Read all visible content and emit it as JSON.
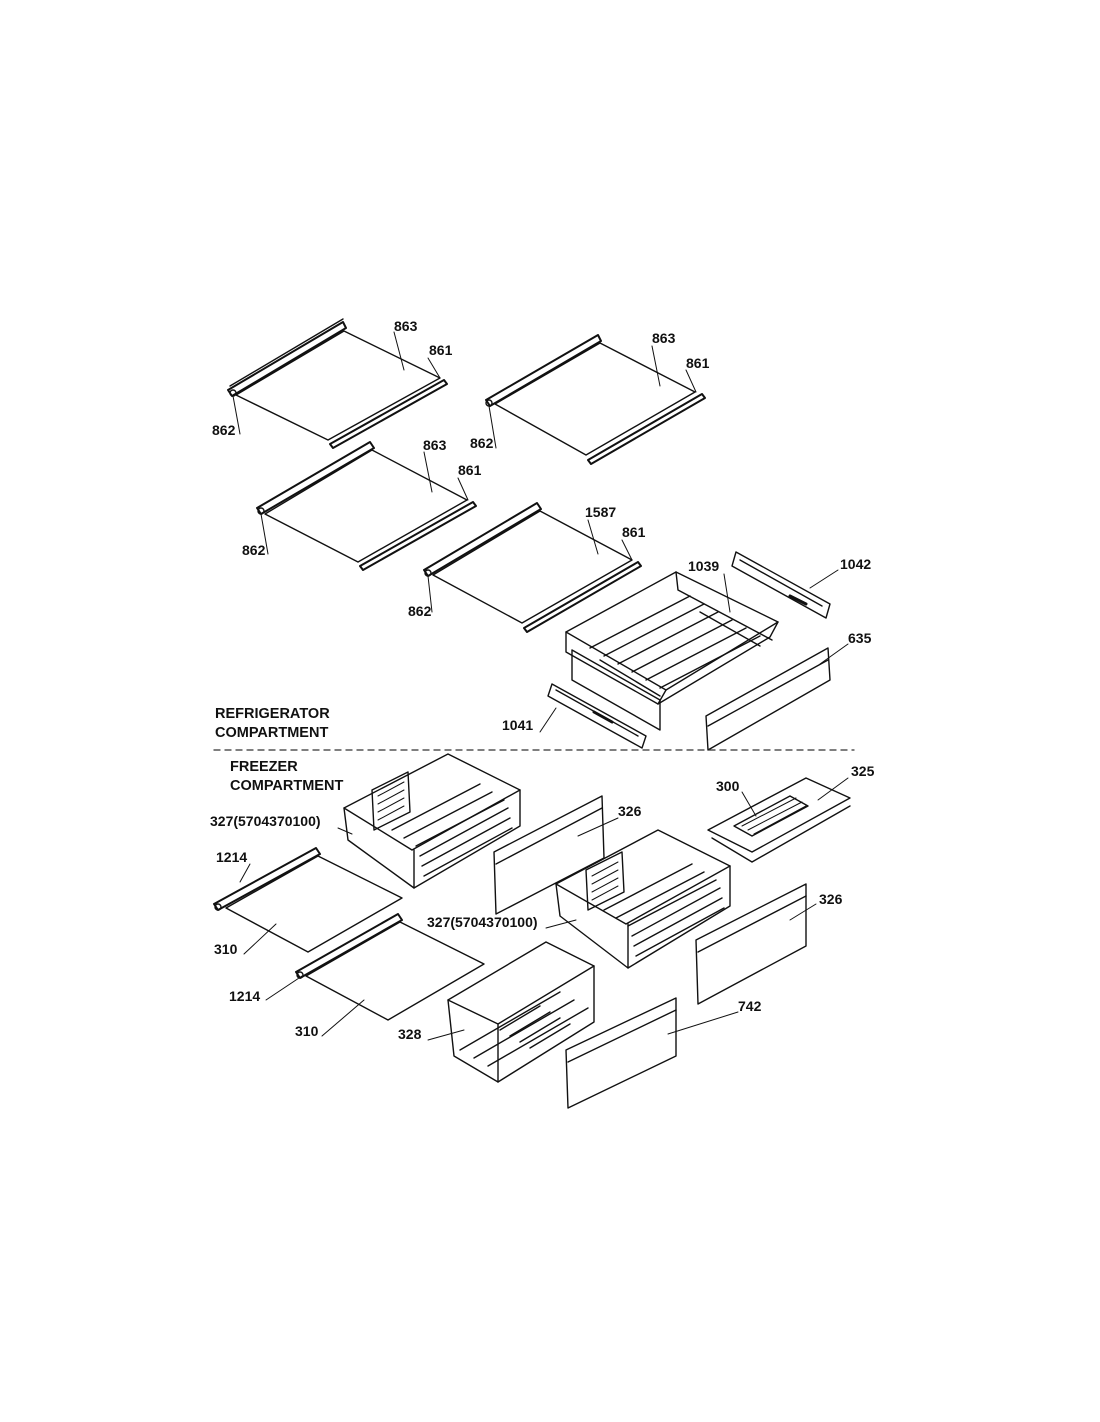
{
  "diagram": {
    "sections": {
      "refrigerator": [
        "REFRIGERATOR",
        "COMPARTMENT"
      ],
      "freezer": [
        "FREEZER",
        "COMPARTMENT"
      ]
    },
    "callouts": [
      "863",
      "861",
      "862",
      "863",
      "861",
      "862",
      "863",
      "861",
      "862",
      "1587",
      "861",
      "862",
      "1039",
      "1042",
      "635",
      "1041",
      "325",
      "300",
      "327(5704370100)",
      "326",
      "1214",
      "310",
      "327(5704370100)",
      "326",
      "1214",
      "310",
      "328",
      "742"
    ],
    "colors": {
      "ink": "#111111",
      "paper": "#ffffff",
      "divider": "#333333"
    }
  }
}
